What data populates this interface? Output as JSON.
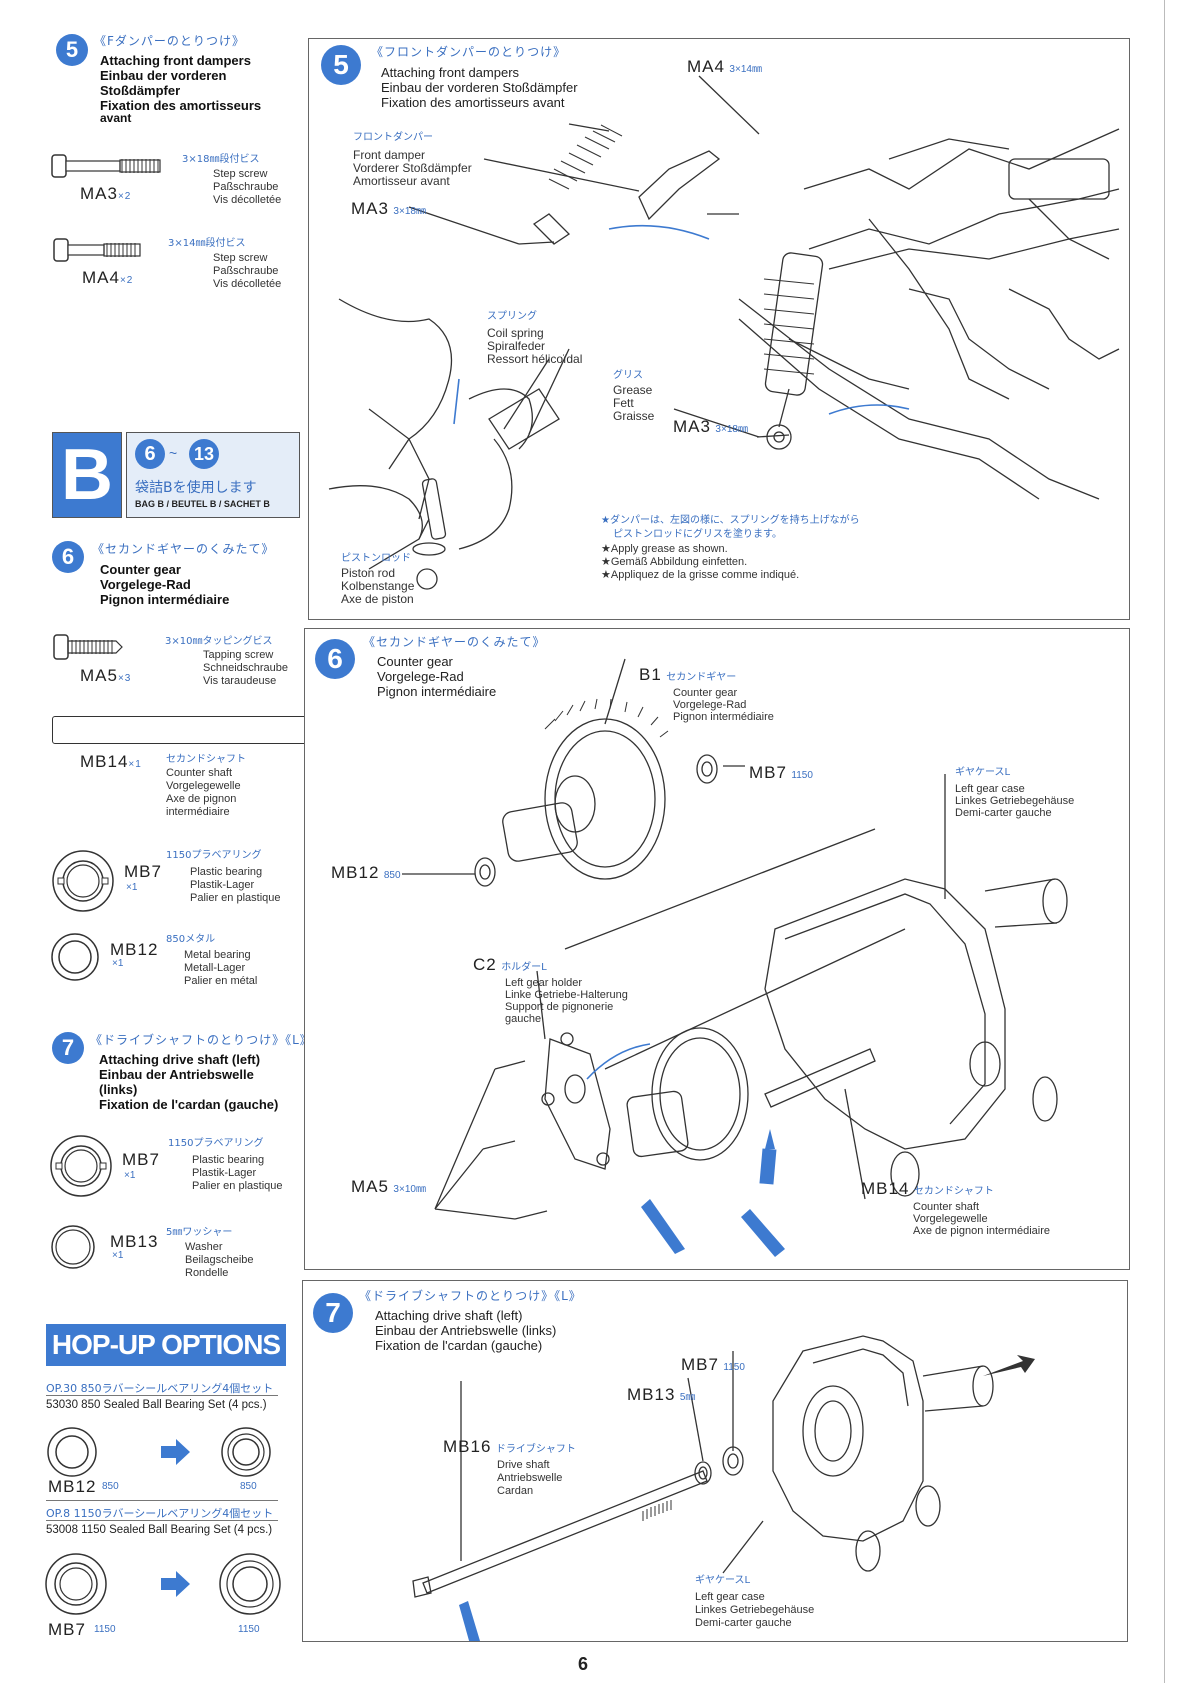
{
  "left": {
    "step5": {
      "num": "5",
      "jp": "《Fダンパーのとりつけ》",
      "en": "Attaching front dampers",
      "de1": "Einbau der vorderen",
      "de2": "Stoßdämpfer",
      "fr1": "Fixation des amortisseurs",
      "fr2": "avant",
      "parts": [
        {
          "code": "MA3",
          "qty": "×2",
          "jp": "3×18㎜段付ビス",
          "en": "Step screw",
          "de": "Paßschraube",
          "fr": "Vis décolletée"
        },
        {
          "code": "MA4",
          "qty": "×2",
          "jp": "3×14㎜段付ビス",
          "en": "Step screw",
          "de": "Paßschraube",
          "fr": "Vis décolletée"
        }
      ]
    },
    "bag": {
      "letter": "B",
      "range_from": "6",
      "range_sep": "~",
      "range_to": "13",
      "jp": "袋詰Bを使用します",
      "label": "BAG B / BEUTEL B / SACHET B"
    },
    "step6": {
      "num": "6",
      "jp": "《セカンドギヤーのくみたて》",
      "en": "Counter gear",
      "de": "Vorgelege-Rad",
      "fr": "Pignon intermédiaire",
      "screw": {
        "code": "MA5",
        "qty": "×3",
        "jp": "3×10㎜タッピングビス",
        "en": "Tapping screw",
        "de": "Schneidschraube",
        "fr": "Vis taraudeuse"
      },
      "shaft": {
        "code": "MB14",
        "qty": "×1",
        "jp": "セカンドシャフト",
        "en": "Counter shaft",
        "de": "Vorgelegewelle",
        "fr1": "Axe de pignon",
        "fr2": "intermédiaire"
      },
      "mb7": {
        "code": "MB7",
        "qty": "×1",
        "jp": "1150プラベアリング",
        "en": "Plastic bearing",
        "de": "Plastik-Lager",
        "fr": "Palier en plastique"
      },
      "mb12": {
        "code": "MB12",
        "qty": "×1",
        "jp": "850メタル",
        "en": "Metal bearing",
        "de": "Metall-Lager",
        "fr": "Palier en métal"
      }
    },
    "step7": {
      "num": "7",
      "jp": "《ドライブシャフトのとりつけ》《L》",
      "en": "Attaching drive shaft (left)",
      "de1": "Einbau der Antriebswelle",
      "de2": "(links)",
      "fr": "Fixation de l'cardan (gauche)",
      "mb7": {
        "code": "MB7",
        "qty": "×1",
        "jp": "1150プラベアリング",
        "en": "Plastic bearing",
        "de": "Plastik-Lager",
        "fr": "Palier en plastique"
      },
      "mb13": {
        "code": "MB13",
        "qty": "×1",
        "jp": "5㎜ワッシャー",
        "en": "Washer",
        "de": "Beilagscheibe",
        "fr": "Rondelle"
      }
    },
    "hopup": {
      "title": "HOP-UP OPTIONS",
      "op1_jp": "OP.30 850ラバーシールベアリング4個セット",
      "op1_en": "53030 850 Sealed Ball Bearing Set (4 pcs.)",
      "op1_from_code": "MB12",
      "op1_from_sub": "850",
      "op1_to_sub": "850",
      "op2_jp": "OP.8 1150ラバーシールベアリング4個セット",
      "op2_en": "53008 1150 Sealed Ball Bearing Set (4 pcs.)",
      "op2_from_code": "MB7",
      "op2_from_sub": "1150",
      "op2_to_sub": "1150"
    }
  },
  "panel5": {
    "num": "5",
    "jp": "《フロントダンパーのとりつけ》",
    "en": "Attaching front dampers",
    "de": "Einbau der vorderen Stoßdämpfer",
    "fr": "Fixation des amortisseurs avant",
    "ma4": "MA4",
    "ma4_size": "3×14㎜",
    "damper_jp": "フロントダンパー",
    "damper_en": "Front damper",
    "damper_de": "Vorderer Stoßdämpfer",
    "damper_fr": "Amortisseur avant",
    "ma3a": "MA3",
    "ma3a_size": "3×18㎜",
    "spring_jp": "スプリング",
    "spring_en": "Coil spring",
    "spring_de": "Spiralfeder",
    "spring_fr": "Ressort hélicoïdal",
    "grease_jp": "グリス",
    "grease_en": "Grease",
    "grease_de": "Fett",
    "grease_fr": "Graisse",
    "ma3b": "MA3",
    "ma3b_size": "3×18㎜",
    "piston_jp": "ピストンロッド",
    "piston_en": "Piston rod",
    "piston_de": "Kolbenstange",
    "piston_fr": "Axe de piston",
    "note_jp1": "★ダンパーは、左図の様に、スプリングを持ち上げながら",
    "note_jp2": "ピストンロッドにグリスを塗ります。",
    "note_en": "★Apply grease as shown.",
    "note_de": "★Gemäß Abbildung einfetten.",
    "note_fr": "★Appliquez de la grisse comme indiqué."
  },
  "panel6": {
    "num": "6",
    "jp": "《セカンドギヤーのくみたて》",
    "en": "Counter gear",
    "de": "Vorgelege-Rad",
    "fr": "Pignon intermédiaire",
    "b1": "B1",
    "b1_jp": "セカンドギヤー",
    "b1_en": "Counter gear",
    "b1_de": "Vorgelege-Rad",
    "b1_fr": "Pignon intermédiaire",
    "mb7": "MB7",
    "mb7_sub": "1150",
    "case_jp": "ギヤケースL",
    "case_en": "Left gear case",
    "case_de": "Linkes Getriebegehäuse",
    "case_fr": "Demi-carter gauche",
    "mb12": "MB12",
    "mb12_sub": "850",
    "c2": "C2",
    "c2_jp": "ホルダーL",
    "c2_en": "Left gear holder",
    "c2_de": "Linke Getriebe-Halterung",
    "c2_fr1": "Support de pignonerie",
    "c2_fr2": "gauche",
    "ma5": "MA5",
    "ma5_size": "3×10㎜",
    "mb14": "MB14",
    "mb14_jp": "セカンドシャフト",
    "mb14_en": "Counter shaft",
    "mb14_de": "Vorgelegewelle",
    "mb14_fr": "Axe de pignon intermédiaire"
  },
  "panel7": {
    "num": "7",
    "jp": "《ドライブシャフトのとりつけ》《L》",
    "en": "Attaching drive shaft (left)",
    "de": "Einbau der Antriebswelle (links)",
    "fr": "Fixation de l'cardan (gauche)",
    "mb7": "MB7",
    "mb7_sub": "1150",
    "mb13": "MB13",
    "mb13_sub": "5㎜",
    "mb16": "MB16",
    "mb16_jp": "ドライブシャフト",
    "mb16_en": "Drive shaft",
    "mb16_de": "Antriebswelle",
    "mb16_fr": "Cardan",
    "case_jp": "ギヤケースL",
    "case_en": "Left gear case",
    "case_de": "Linkes Getriebegehäuse",
    "case_fr": "Demi-carter gauche"
  },
  "page_number": "6"
}
